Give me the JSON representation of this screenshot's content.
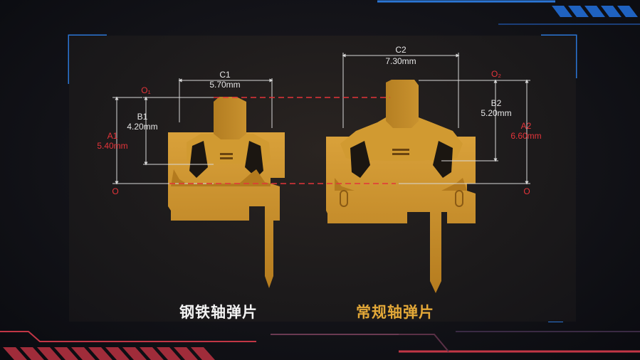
{
  "left_part": {
    "caption": "钢铁轴弹片",
    "caption_color": "#f2f2f2",
    "c_label": "C1",
    "c_value": "5.70mm",
    "b_label": "B1",
    "b_value": "4.20mm",
    "a_label": "A1",
    "a_value": "5.40mm",
    "origin_top": "O₁",
    "origin_bottom": "O"
  },
  "right_part": {
    "caption": "常规轴弹片",
    "caption_color": "#e3a838",
    "c_label": "C2",
    "c_value": "7.30mm",
    "b_label": "B2",
    "b_value": "5.20mm",
    "a_label": "A2",
    "a_value": "6.60mm",
    "origin_top": "O₂",
    "origin_bottom": "O"
  },
  "colors": {
    "part_fill": "#c88d26",
    "part_shade": "#a06a16",
    "dim_line": "#d8d8d8",
    "red_accent": "#e4343a",
    "frame_blue": "#2b76d6",
    "frame_red": "#c23646"
  }
}
